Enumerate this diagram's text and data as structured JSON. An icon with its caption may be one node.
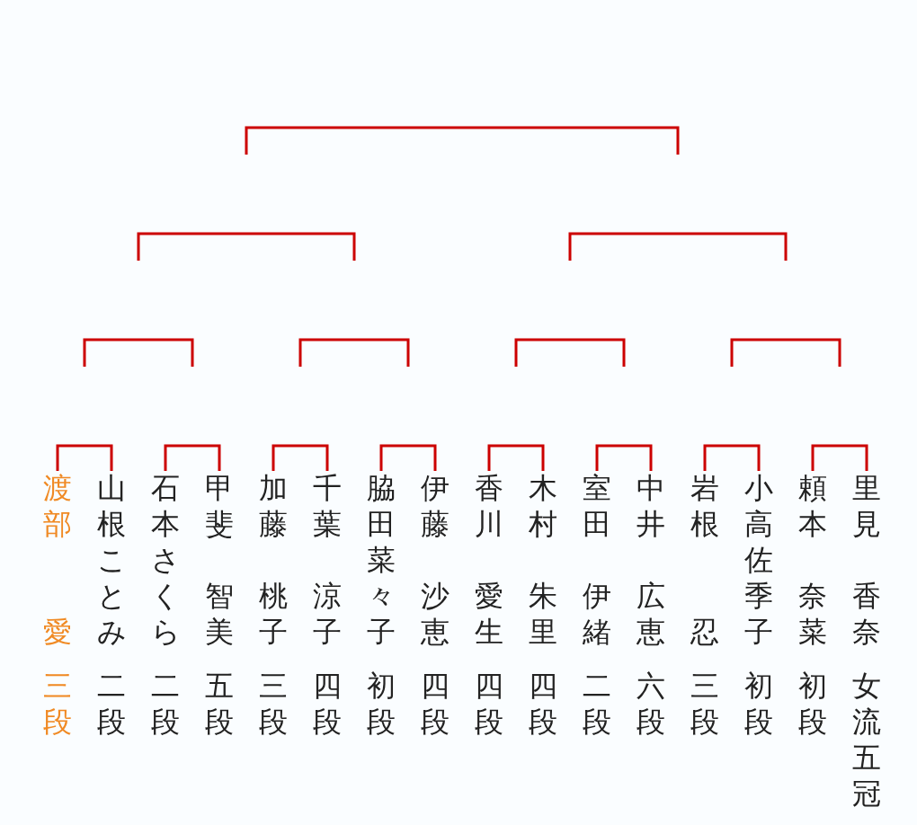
{
  "diagram": {
    "nodes": [
      {
        "text": [
          "渡部",
          "愛",
          "三段"
        ]
      },
      {
        "text": [
          "山根",
          "ことみ",
          "二段"
        ]
      },
      {
        "text": [
          "石本",
          "さくら",
          "二段"
        ]
      },
      {
        "text": [
          "甲斐",
          "智美",
          "五段"
        ]
      },
      {
        "text": [
          "加藤",
          "桃子",
          "三段"
        ]
      },
      {
        "text": [
          "千葉",
          "涼子",
          "四段"
        ]
      },
      {
        "text": [
          "脇田",
          "菜々子",
          "初段"
        ]
      },
      {
        "text": [
          "伊藤",
          "沙恵",
          "四段"
        ]
      },
      {
        "text": [
          "香川",
          "愛生",
          "四段"
        ]
      },
      {
        "text": [
          "木村",
          "朱里",
          "四段"
        ]
      },
      {
        "text": [
          "室田",
          "伊緒",
          "二段"
        ]
      },
      {
        "text": [
          "中井",
          "広恵",
          "六段"
        ]
      },
      {
        "text": [
          "岩根",
          "忍",
          "三段"
        ]
      },
      {
        "text": [
          "小高",
          "佐季子",
          "初段"
        ]
      },
      {
        "text": [
          "頼本",
          "奈菜",
          "初段"
        ]
      },
      {
        "text": [
          "里見",
          "香奈",
          "女流五冠"
        ]
      }
    ],
    "edges": [
      {
        "from": 0,
        "to": 1,
        "arrow": "none"
      },
      {
        "from": 2,
        "to": 3,
        "arrow": "none"
      },
      {
        "from": 4,
        "to": 5,
        "arrow": "none"
      },
      {
        "from": 6,
        "to": 7,
        "arrow": "none"
      },
      {
        "from": 8,
        "to": 9,
        "arrow": "none"
      },
      {
        "from": 10,
        "to": 11,
        "arrow": "none"
      },
      {
        "from": 12,
        "to": 13,
        "arrow": "none"
      },
      {
        "from": 14,
        "to": 15,
        "arrow": "none"
      }
    ]
  }
}
